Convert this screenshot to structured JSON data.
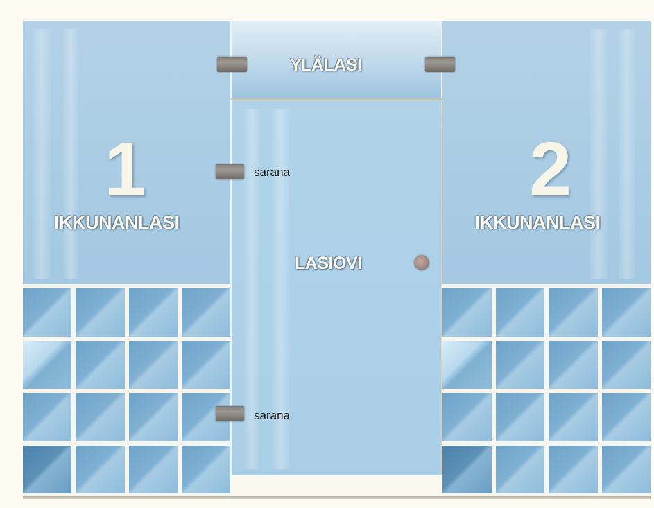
{
  "window_left": {
    "number": "1",
    "label": "IKKUNANLASI"
  },
  "window_right": {
    "number": "2",
    "label": "IKKUNANLASI"
  },
  "top_glass": {
    "label": "YLÄLASI"
  },
  "door": {
    "label": "LASIOVI"
  },
  "hinges": {
    "upper_label": "sarana",
    "lower_label": "sarana"
  },
  "colors": {
    "glass": "#a9cce4",
    "tile": "#7fb0d3",
    "background": "#fdfbf1",
    "hinge": "#8a847e"
  },
  "icons": {
    "hinge": "hinge-icon",
    "door_knob": "door-knob-icon"
  }
}
